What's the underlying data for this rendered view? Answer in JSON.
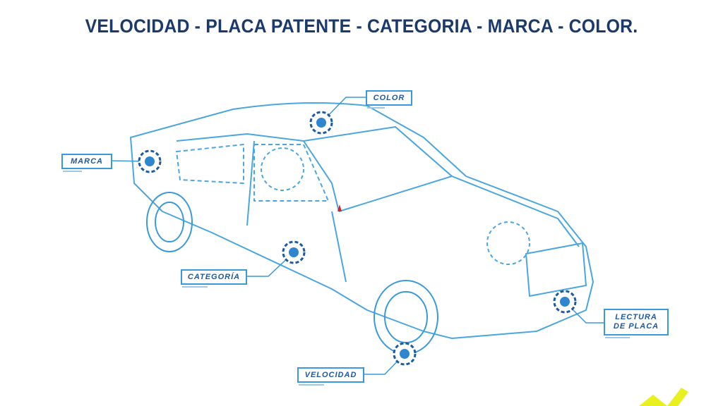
{
  "title": "VELOCIDAD  -  PLACA PATENTE  -  CATEGORIA  -  MARCA  -  COLOR.",
  "callouts": {
    "color": "COLOR",
    "marca": "MARCA",
    "categoria": "CATEGORÍA",
    "velocidad": "VELOCIDAD",
    "lectura_line1": "LECTURA",
    "lectura_line2": "DE PLACA"
  },
  "colors": {
    "title": "#1b3a6b",
    "line": "#3a9ad9",
    "dot": "#1e5aa0",
    "logo": "#e8f020"
  }
}
